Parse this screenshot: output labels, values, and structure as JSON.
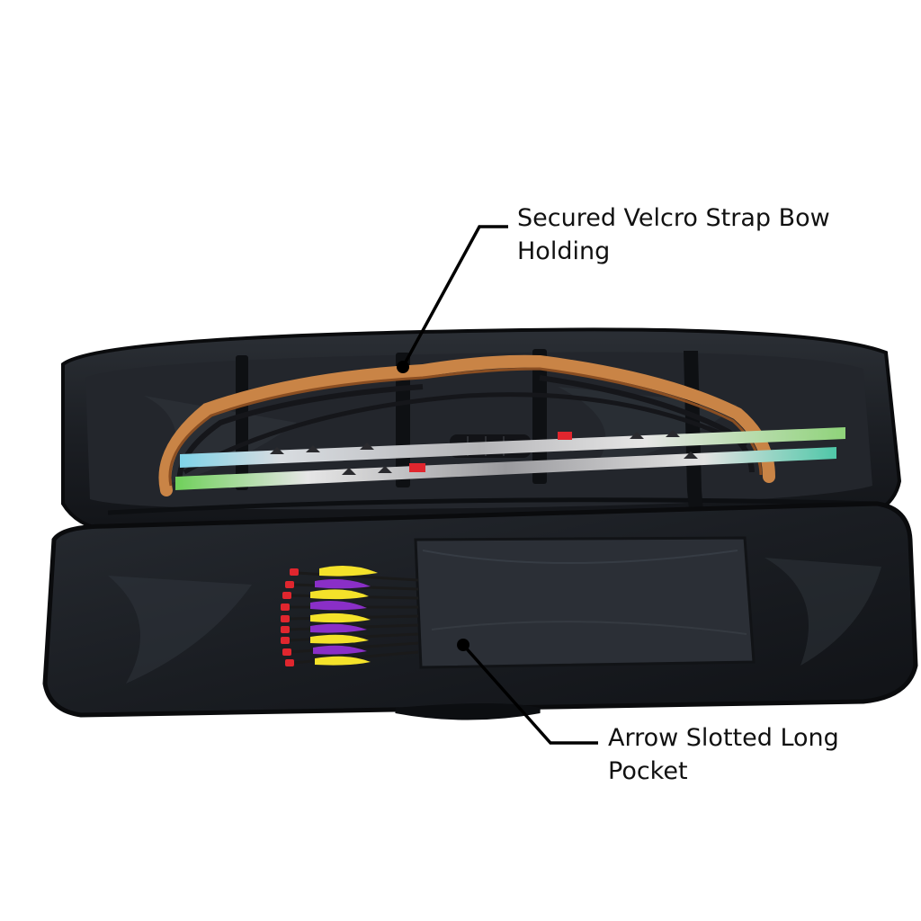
{
  "callouts": {
    "bow_strap": {
      "line1": "Secured Velcro Strap Bow",
      "line2": "Holding"
    },
    "arrow_pocket": {
      "line1": "Arrow Slotted Long",
      "line2": "Pocket"
    }
  },
  "colors": {
    "case_fabric": "#1f2227",
    "case_dark": "#0c0e11",
    "case_highlight": "#3a3f46",
    "bow_wood": "#c98446",
    "bow_limb_black": "#15161a",
    "fletch_purple": "#8a2fc7",
    "fletch_yellow": "#f4e22a",
    "nock_red": "#e0262e",
    "leader_line": "#000000"
  }
}
